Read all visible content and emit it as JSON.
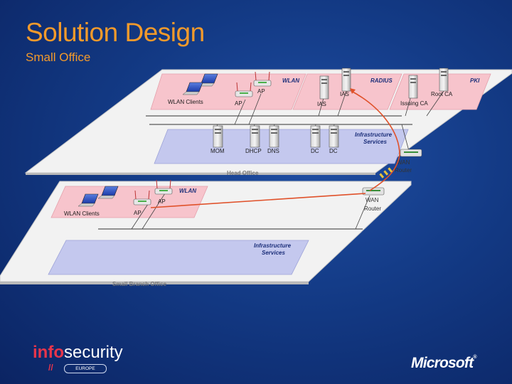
{
  "slide": {
    "title": "Solution Design",
    "subtitle": "Small Office"
  },
  "head_office": {
    "floor_label": "Head Office",
    "wlan_zone": "WLAN",
    "wlan_clients": "WLAN Clients",
    "ap_top": "AP",
    "ap_bottom": "AP",
    "radius_zone": "RADIUS",
    "ias_top": "IAS",
    "ias_bottom": "IAS",
    "pki_zone": "PKI",
    "root_ca": "Root CA",
    "issuing_ca": "Issuing CA",
    "infra_line1": "Infrastructure",
    "infra_line2": "Services",
    "mom": "MOM",
    "dhcp": "DHCP",
    "dns": "DNS",
    "dc1": "DC",
    "dc2": "DC",
    "wan_line1": "WAN",
    "wan_line2": "Router"
  },
  "branch_office": {
    "floor_label": "Small Branch Office",
    "wlan_zone": "WLAN",
    "wlan_clients": "WLAN Clients",
    "ap_top": "AP",
    "ap_bottom": "AP",
    "infra_line1": "Infrastructure",
    "infra_line2": "Services",
    "wan_line1": "WAN",
    "wan_line2": "Router"
  },
  "footer": {
    "info_text": "info",
    "security_text": "security",
    "europe_text": "EUROPE",
    "slash_mark": "//",
    "microsoft_text": "Microsoft",
    "tm_mark": "®"
  },
  "colors": {
    "background": "#133a85",
    "title": "#f39a2b",
    "floor": "#f2f2f2",
    "wlan_zone": "#f7c4cc",
    "infra_zone": "#c4c8ee",
    "link_line": "#e0512a"
  }
}
